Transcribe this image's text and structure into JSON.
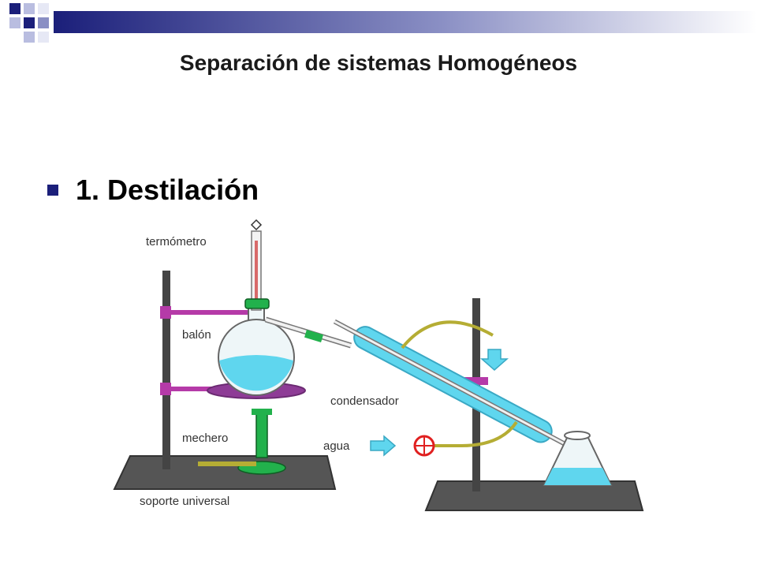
{
  "slide": {
    "title": "Separación de sistemas Homogéneos",
    "bullet": "1. Destilación"
  },
  "diagram": {
    "labels": {
      "thermometer": "termómetro",
      "flask": "balón",
      "burner": "mechero",
      "stand": "soporte universal",
      "condenser": "condensador",
      "water": "agua"
    }
  },
  "colors": {
    "bullet": "#1b1f7a",
    "water": "#5fd6ee",
    "clamp": "#b53aa8",
    "burner": "#22b14c",
    "tube": "#b5ad34",
    "valve": "#e02020"
  }
}
